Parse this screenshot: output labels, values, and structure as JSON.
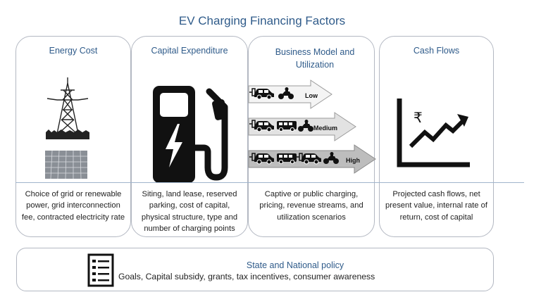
{
  "title": "EV Charging Financing Factors",
  "cards": [
    {
      "title": "Energy Cost",
      "text": "Choice of grid or renewable power, grid interconnection fee, contracted electricity rate"
    },
    {
      "title": "Capital Expenditure",
      "text": "Siting, land lease, reserved parking, cost of capital, physical structure, type and number of charging points"
    },
    {
      "title": "Business Model and Utilization",
      "text": "Captive or public charging, pricing, revenue streams, and utilization scenarios"
    },
    {
      "title": "Cash Flows",
      "text": "Projected cash flows, net present value, internal rate of return, cost of capital"
    }
  ],
  "arrows": [
    {
      "label": "Low",
      "color": "#f4f4f4"
    },
    {
      "label": "Medium",
      "color": "#e2e2e2"
    },
    {
      "label": "High",
      "color": "#bdbdbd"
    }
  ],
  "currency_symbol": "₹",
  "policy": {
    "title": "State and National policy",
    "text": "Goals, Capital subsidy, grants, tax incentives, consumer awareness"
  },
  "colors": {
    "accent": "#2f5b8a",
    "border": "#b3b8c2"
  }
}
